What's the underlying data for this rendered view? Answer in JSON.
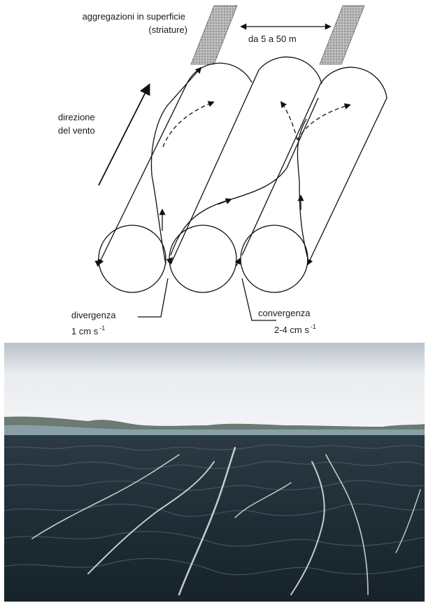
{
  "labels": {
    "surface_aggregations_line1": "aggregazioni in superficie",
    "surface_aggregations_line2": "(striature)",
    "spacing": "da 5 a 50 m",
    "wind_direction_line1": "direzione",
    "wind_direction_line2": "del vento",
    "divergence": "divergenza",
    "divergence_value": "1 cm s",
    "divergence_exp": "-1",
    "convergence": "convergenza",
    "convergence_value": "2-4 cm s",
    "convergence_exp": "-1"
  },
  "colors": {
    "line": "#111111",
    "streak_fill": "#a9a9a9",
    "sky_top": "#c7cdd3",
    "sky_bottom": "#e8ebee",
    "hills": "#5f6f63",
    "water_dark": "#1c2a33",
    "water_light": "#3b4e58",
    "foam": "#e6eef2"
  },
  "icons": [
    "arrow-icon",
    "streak-hatch-icon"
  ]
}
